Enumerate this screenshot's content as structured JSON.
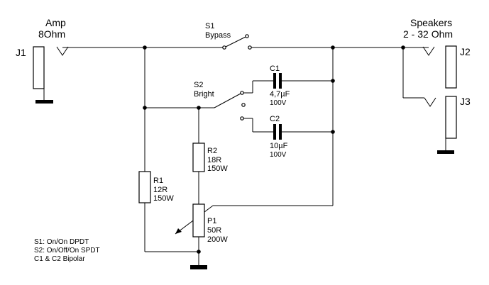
{
  "jacks": {
    "j1_label": "J1",
    "j2_label": "J2",
    "j3_label": "J3"
  },
  "amp": {
    "title": "Amp",
    "impedance": "8Ohm"
  },
  "speakers": {
    "title": "Speakers",
    "range": "2 - 32 Ohm"
  },
  "switches": {
    "s1": {
      "ref": "S1",
      "name": "Bypass"
    },
    "s2": {
      "ref": "S2",
      "name": "Bright"
    }
  },
  "capacitors": {
    "c1": {
      "ref": "C1",
      "value": "4,7µF",
      "voltage": "100V"
    },
    "c2": {
      "ref": "C2",
      "value": "10µF",
      "voltage": "100V"
    }
  },
  "resistors": {
    "r1": {
      "ref": "R1",
      "value": "12R",
      "power": "150W"
    },
    "r2": {
      "ref": "R2",
      "value": "18R",
      "power": "150W"
    }
  },
  "potentiometer": {
    "p1": {
      "ref": "P1",
      "value": "50R",
      "power": "200W"
    }
  },
  "notes": [
    "S1: On/On DPDT",
    "S2: On/Off/On SPDT",
    "C1 & C2 Bipolar"
  ],
  "colors": {
    "ink": "#000000",
    "background": "#ffffff"
  }
}
